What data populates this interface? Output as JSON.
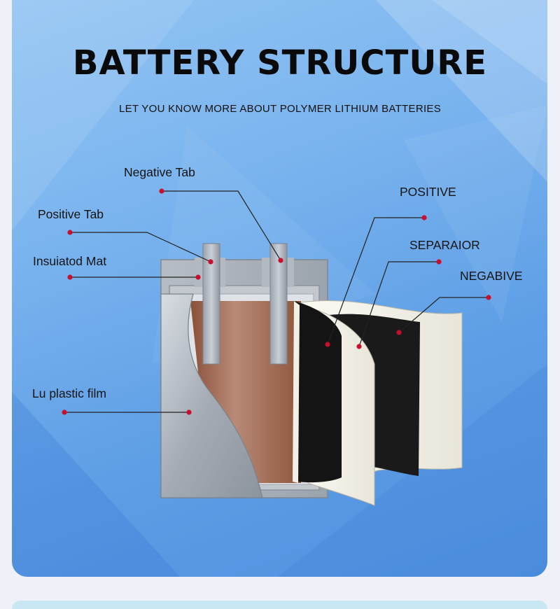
{
  "header": {
    "title": "BATTERY STRUCTURE",
    "subtitle": "LET YOU KNOW MORE ABOUT POLYMER LITHIUM BATTERIES"
  },
  "labels": {
    "negative_tab": "Negative Tab",
    "positive_tab": "Positive Tab",
    "insulated_mat": "Insuiatod Mat",
    "plastic_film": "Lu plastic film",
    "positive": "POSITIVE",
    "separator": "SEPARAIOR",
    "negative": "NEGABIVE"
  },
  "colors": {
    "background_top": "#92c4f3",
    "background_bottom": "#4f8fde",
    "callout_dot": "#c8102e",
    "callout_line": "#222222",
    "electrode": "#9a5f45",
    "casing": "#a7aeb6"
  }
}
